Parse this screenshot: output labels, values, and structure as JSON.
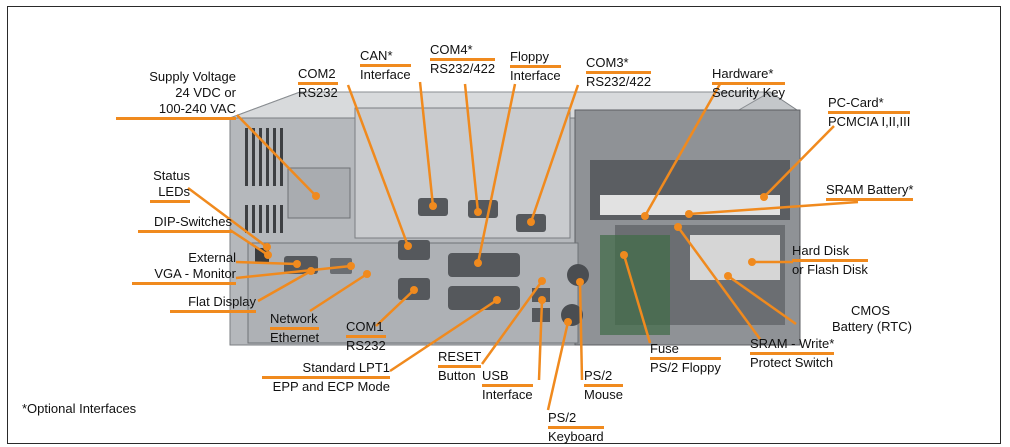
{
  "colors": {
    "accent": "#f08a1e",
    "chassis": "#b9bcc0",
    "frame": "#2a2a2a"
  },
  "labels": {
    "supply_voltage": [
      "Supply Voltage",
      "24 VDC or",
      "100-240 VAC"
    ],
    "com2": [
      "COM2",
      "RS232"
    ],
    "can": [
      "CAN*",
      "Interface"
    ],
    "com4": [
      "COM4*",
      "RS232/422"
    ],
    "floppy": [
      "Floppy",
      "Interface"
    ],
    "com3": [
      "COM3*",
      "RS232/422"
    ],
    "hardware_key": [
      "Hardware*",
      "Security Key"
    ],
    "pc_card": [
      "PC-Card*",
      "PCMCIA I,II,III"
    ],
    "sram_battery": [
      "SRAM Battery*"
    ],
    "status_leds": [
      "Status",
      "LEDs"
    ],
    "dip_switches": [
      "DIP-Switches"
    ],
    "external_vga": [
      "External",
      "VGA - Monitor"
    ],
    "flat_display": [
      "Flat Display"
    ],
    "hard_disk": [
      "Hard Disk",
      "or Flash Disk"
    ],
    "network": [
      "Network",
      "Ethernet"
    ],
    "com1": [
      "COM1",
      "RS232"
    ],
    "cmos": [
      "CMOS",
      "Battery (RTC)"
    ],
    "sram_write": [
      "SRAM - Write*",
      "Protect Switch"
    ],
    "fuse": [
      "Fuse",
      "PS/2 Floppy"
    ],
    "lpt1": [
      "Standard LPT1",
      "EPP and ECP Mode"
    ],
    "reset": [
      "RESET",
      "Button"
    ],
    "usb": [
      "USB",
      "Interface"
    ],
    "ps2_mouse": [
      "PS/2",
      "Mouse"
    ],
    "ps2_keyboard": [
      "PS/2",
      "Keyboard"
    ]
  },
  "footnote": "*Optional Interfaces"
}
